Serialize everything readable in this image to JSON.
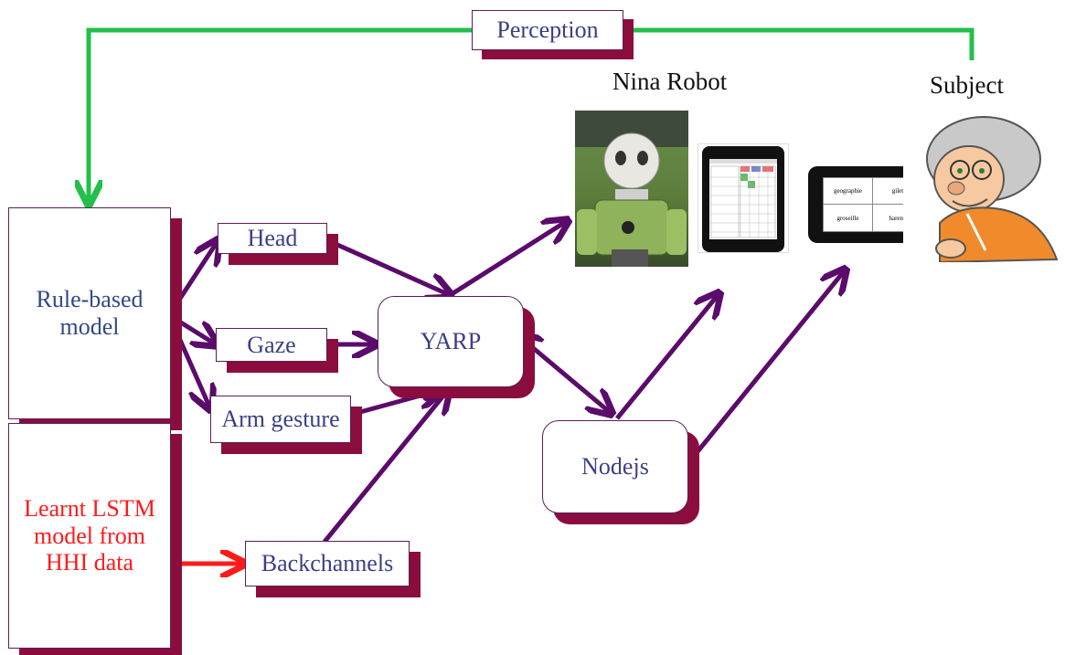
{
  "colors": {
    "node_text": "#3b3f86",
    "lstm_text": "#ff1a1a",
    "shadow": "#8b0d3e",
    "arrow": "#5b0b6b",
    "perception_line": "#22c04a",
    "lstm_arrow": "#ff1a1a"
  },
  "feedback": {
    "label": "Perception"
  },
  "models": {
    "rule_based": "Rule-based model",
    "lstm": "Learnt LSTM model from HHI data"
  },
  "behaviors": {
    "head": "Head",
    "gaze": "Gaze",
    "arm": "Arm gesture",
    "backchannels": "Backchannels"
  },
  "middleware": {
    "yarp": "YARP",
    "nodejs": "Nodejs"
  },
  "robot": {
    "title": "Nina Robot"
  },
  "subject": {
    "title": "Subject"
  },
  "subject_tablet": {
    "words": [
      "geographie",
      "gilet",
      "groseille",
      "hareng"
    ]
  }
}
